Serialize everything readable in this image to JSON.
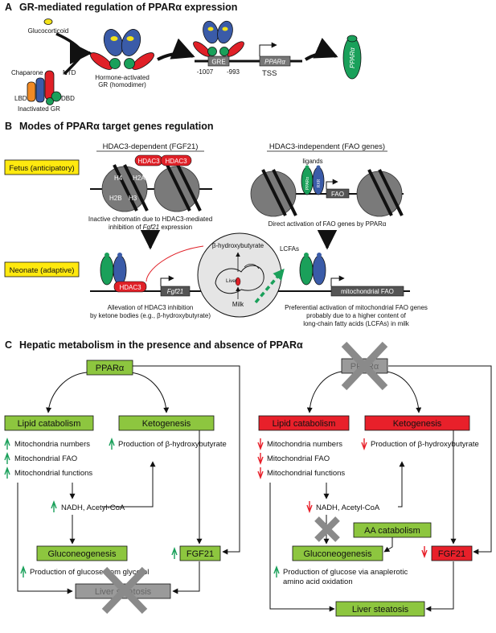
{
  "panel_a": {
    "letter": "A",
    "title": "GR-mediated regulation of PPARα expression",
    "glucocorticoid": "Glucocorticoid",
    "chaparone": "Chaparone",
    "ntd": "NTD",
    "lbd": "LBD",
    "dbd": "DBD",
    "inactivated_gr": "Inactivated GR",
    "hormone_activated": "Hormone-activated",
    "gr_homodimer": "GR (homodimer)",
    "gre": "GRE",
    "ppara_gene": "PPARα",
    "pos_1007": "-1007",
    "pos_993": "-993",
    "tss": "TSS",
    "ppara_protein": "PPARα"
  },
  "panel_b": {
    "letter": "B",
    "title": "Modes of PPARα target genes regulation",
    "fetus_label": "Fetus (anticipatory)",
    "neonate_label": "Neonate (adaptive)",
    "hdac3_dep_title": "HDAC3-dependent (FGF21)",
    "hdac3_indep_title": "HDAC3-independent (FAO genes)",
    "hdac3": "HDAC3",
    "h4": "H4",
    "h2a": "H2A",
    "h2b": "H2B",
    "h3": "H3",
    "ligands": "ligands",
    "ppara_small": "PPARα",
    "rxr_small": "RXR",
    "fao": "FAO",
    "fgf21_gene": "Fgf21",
    "mito_fao": "mitochondrial FAO",
    "bhb": "β-hydroxybutyrate",
    "liver": "Liver",
    "milk": "Milk",
    "lcfas": "LCFAs",
    "inactive_line1": "Inactive chromatin due to HDAC3-mediated",
    "inactive_line2_pre": "inhibition of ",
    "inactive_line2_gene": "Fgf21",
    "inactive_line2_post": " expression",
    "direct_activation": "Direct activation of FAO genes by PPARα",
    "allevation_line1": "Allevation of HDAC3 inhibition",
    "allevation_line2": "by ketone bodies (e.g., β-hydroxybutyrate)",
    "preferential_line1": "Preferential activation of mitochondrial FAO genes",
    "preferential_line2": "probably due to a higher content of",
    "preferential_line3": "long-chain fatty acids (LCFAs) in milk"
  },
  "panel_c": {
    "letter": "C",
    "title": "Hepatic metabolism in the presence and absence of PPARα",
    "colors": {
      "green": "#8dc63f",
      "red": "#e8202a",
      "gray": "#9a9a9a",
      "up_arrow": "#1aa05a",
      "down_arrow": "#e8202a"
    },
    "left": {
      "ppara": "PPARα",
      "lipid_catabolism": "Lipid catabolism",
      "ketogenesis": "Ketogenesis",
      "mito_numbers": "Mitochondria numbers",
      "mito_fao": "Mitochondrial FAO",
      "mito_functions": "Mitochondrial functions",
      "bhb_production": "Production of β-hydroxybutyrate",
      "nadh": "NADH, Acetyl-CoA",
      "gluconeogenesis": "Gluconeogenesis",
      "glucose_glycerol": "Production of glucose from glycerol",
      "fgf21": "FGF21",
      "liver_steatosis": "Liver steatosis"
    },
    "right": {
      "ppara": "PPARα",
      "lipid_catabolism": "Lipid catabolism",
      "ketogenesis": "Ketogenesis",
      "mito_numbers": "Mitochondria numbers",
      "mito_fao": "Mitochondrial FAO",
      "mito_functions": "Mitochondrial functions",
      "bhb_production": "Production of β-hydroxybutyrate",
      "nadh": "NADH, Acetyl-CoA",
      "aa_catabolism": "AA catabolism",
      "gluconeogenesis": "Gluconeogenesis",
      "glucose_line1": "Production of glucose via anaplerotic",
      "glucose_line2": "amino acid oxidation",
      "fgf21": "FGF21",
      "liver_steatosis": "Liver steatosis"
    }
  }
}
